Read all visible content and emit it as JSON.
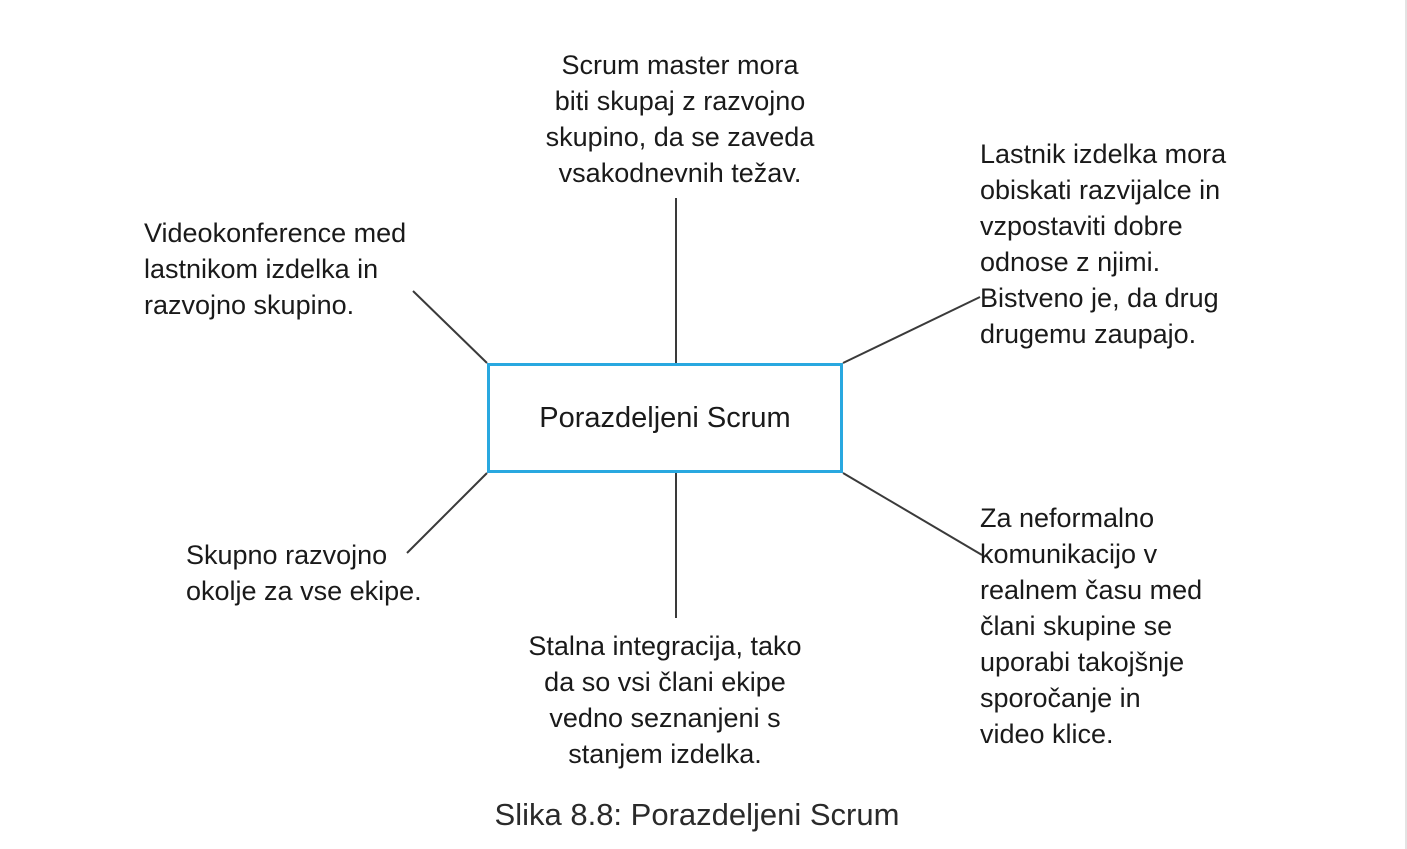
{
  "diagram": {
    "center_label": "Porazdeljeni Scrum",
    "notes": {
      "top": "Scrum master mora\nbiti skupaj z razvojno\nskupino, da se zaveda\nvsakodnevnih težav.",
      "top_left": "Videokonference med\nlastnikom izdelka in\nrazvojno skupino.",
      "top_right": "Lastnik izdelka mora\nobiskati razvijalce in\nvzpostaviti dobre\nodnose z njimi.\nBistveno je, da drug\ndrugemu zaupajo.",
      "bottom_left": "Skupno razvojno\nokolje za vse ekipe.",
      "bottom": "Stalna integracija, tako\nda so vsi člani ekipe\nvedno seznanjeni s\nstanjem izdelka.",
      "bottom_right": "Za neformalno\nkomunikacijo v\nrealnem času med\nčlani skupine se\nuporabi takojšnje\nsporočanje in\nvideo klice."
    },
    "colors": {
      "box_border": "#29a8e0",
      "connector": "#3a3a3a",
      "text": "#1a1a1a"
    }
  },
  "caption": "Slika 8.8: Porazdeljeni Scrum"
}
